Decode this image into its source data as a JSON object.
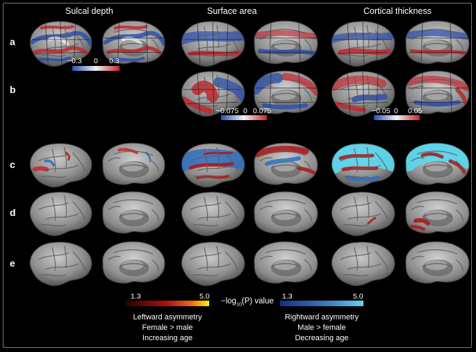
{
  "columns": [
    "Sulcal depth",
    "Surface area",
    "Cortical thickness"
  ],
  "rows": [
    "a",
    "b",
    "c",
    "d",
    "e"
  ],
  "row_a": {
    "scale": {
      "min": "−0.3",
      "mid": "0",
      "max": "0.3"
    }
  },
  "row_b": {
    "surface_area_scale": {
      "min": "−0.075",
      "mid": "0",
      "max": "0.075"
    },
    "thickness_scale": {
      "min": "−0.05",
      "mid": "0",
      "max": "0.05"
    }
  },
  "legend": {
    "center_label_prefix": "−log",
    "center_label_sub": "10",
    "center_label_suffix": "(P) value",
    "left": {
      "min": "1.3",
      "max": "5.0",
      "lines": [
        "Leftward asymmetry",
        "Female > male",
        "Increasing age"
      ]
    },
    "right": {
      "min": "1.3",
      "max": "5.0",
      "lines": [
        "Rightward asymmetry",
        "Male > female",
        "Decreasing age"
      ]
    }
  },
  "colors": {
    "diverging_low": "#2a4fb0",
    "diverging_mid": "#f2f2f2",
    "diverging_high": "#c8232c",
    "warm_low": "#2a0000",
    "warm_high": "#fff200",
    "cool_low": "#1a2a8a",
    "cool_high": "#58d8f0",
    "brain_gray": "#8d8d8d",
    "frame": "#7a7a7a"
  }
}
